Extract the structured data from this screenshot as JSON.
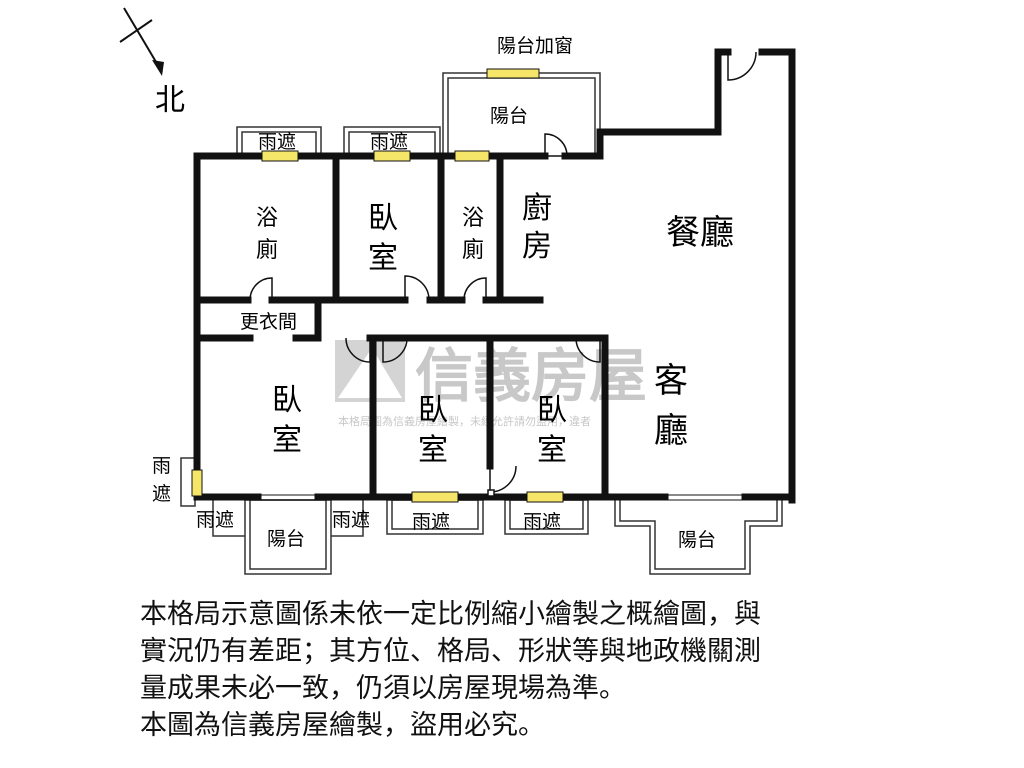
{
  "compass": {
    "label": "北"
  },
  "rooms": {
    "bath1": [
      "浴",
      "廁"
    ],
    "bedroom_n": [
      "臥",
      "室"
    ],
    "bath2": [
      "浴",
      "廁"
    ],
    "kitchen": [
      "廚",
      "房"
    ],
    "dining": "餐廳",
    "living": [
      "客",
      "廳"
    ],
    "closet": "更衣間",
    "bedroom_w": [
      "臥",
      "室"
    ],
    "bedroom_s1": [
      "臥",
      "室"
    ],
    "bedroom_s2": [
      "臥",
      "室"
    ]
  },
  "balconies": {
    "north_window": "陽台加窗",
    "north": "陽台",
    "south_west": "陽台",
    "south_east": "陽台"
  },
  "canopies": {
    "n1": "雨遮",
    "n2": "雨遮",
    "west": [
      "雨",
      "遮"
    ],
    "s1": "雨遮",
    "s2": "雨遮",
    "s3": "雨遮",
    "s4": "雨遮"
  },
  "watermark": {
    "brand": "信義房屋",
    "notice": "本格局圖為信義房屋繪製，未經允許請勿盜用，違者"
  },
  "disclaimer": [
    "本格局示意圖係未依一定比例縮小繪製之概繪圖，與",
    "實況仍有差距；其方位、格局、形狀等與地政機關測",
    "量成果未必一致，仍須以房屋現場為準。",
    "本圖為信義房屋繪製，盜用必究。"
  ],
  "colors": {
    "wall": "#111111",
    "window": "#f5e66a",
    "watermark": "#c8c8c8"
  }
}
